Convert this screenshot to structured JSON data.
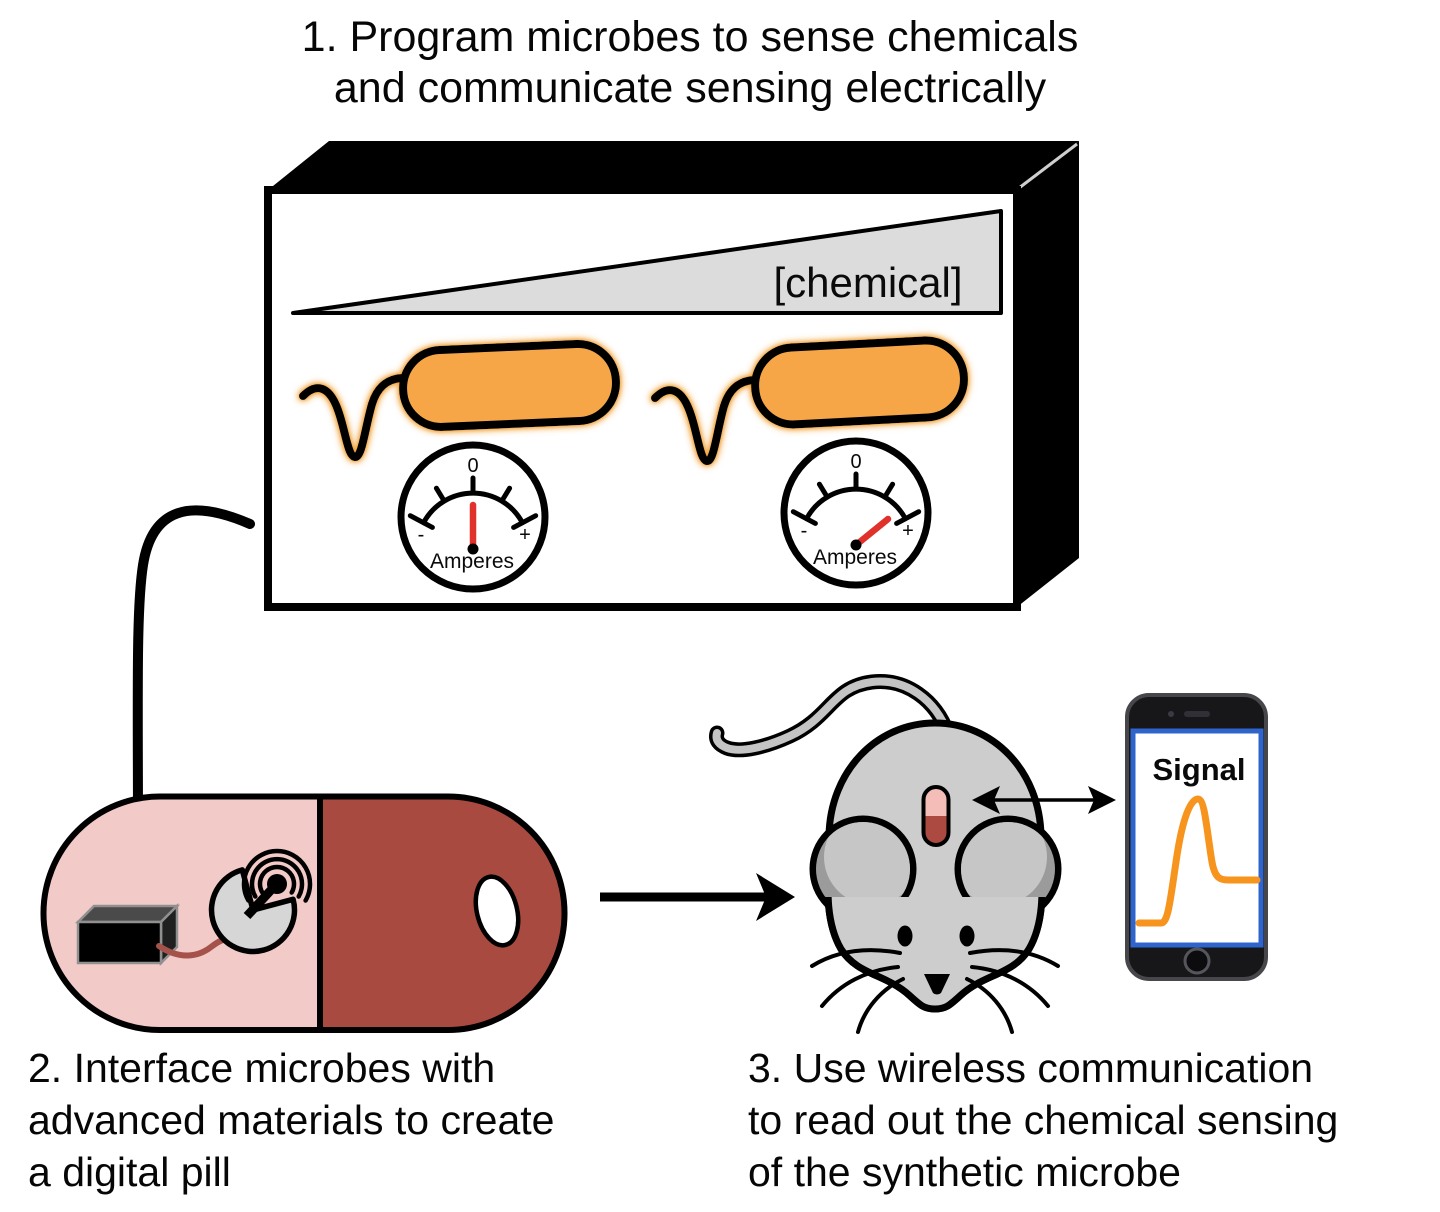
{
  "title": {
    "line1": "1. Program microbes to sense chemicals",
    "line2": "and communicate sensing electrically"
  },
  "box": {
    "chemical_label": "[chemical]"
  },
  "gauge": {
    "zero": "0",
    "minus": "-",
    "plus": "+",
    "unit": "Amperes"
  },
  "phone": {
    "signal_label": "Signal"
  },
  "captions": {
    "step2": {
      "lines": [
        "2. Interface microbes with",
        "advanced materials to create",
        "a digital pill"
      ]
    },
    "step3": {
      "lines": [
        "3. Use wireless communication",
        "to read out the chemical sensing",
        "of the synthetic microbe"
      ]
    }
  },
  "colors": {
    "microbe_orange": "#F6A646",
    "microbe_glow": "#F1A33C",
    "needle_red": "#E0312B",
    "pill_light_pink": "#F2CAC8",
    "pill_dark_red": "#A84A40",
    "implant_pink": "#F5BDB8",
    "implant_red": "#AC4A42",
    "mouse_gray": "#CDCDCD",
    "screen_border_blue": "#2E64CB",
    "signal_navy": "#203A8F",
    "signal_curve_orange": "#F6941E"
  }
}
